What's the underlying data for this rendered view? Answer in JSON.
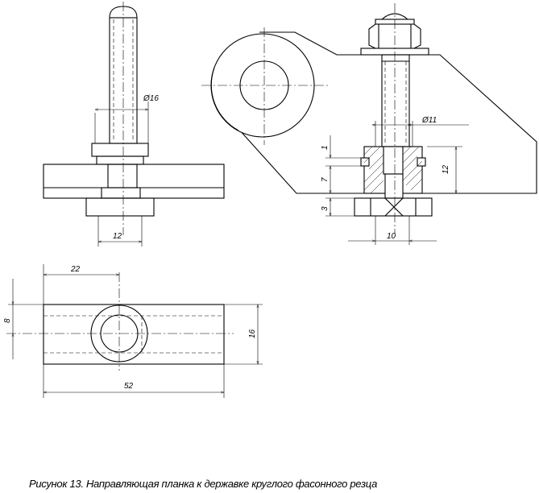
{
  "figure": {
    "caption": "Рисунок 13. Направляющая планка к державке круглого фасонного резца"
  },
  "dimensions": {
    "diameter_16": "Ø16",
    "width_12": "12",
    "diameter_11": "Ø11",
    "height_1": "1",
    "height_7": "7",
    "height_12": "12",
    "height_3": "3",
    "width_10": "10",
    "length_22": "22",
    "height_8": "8",
    "height_16": "16",
    "length_52": "52"
  }
}
